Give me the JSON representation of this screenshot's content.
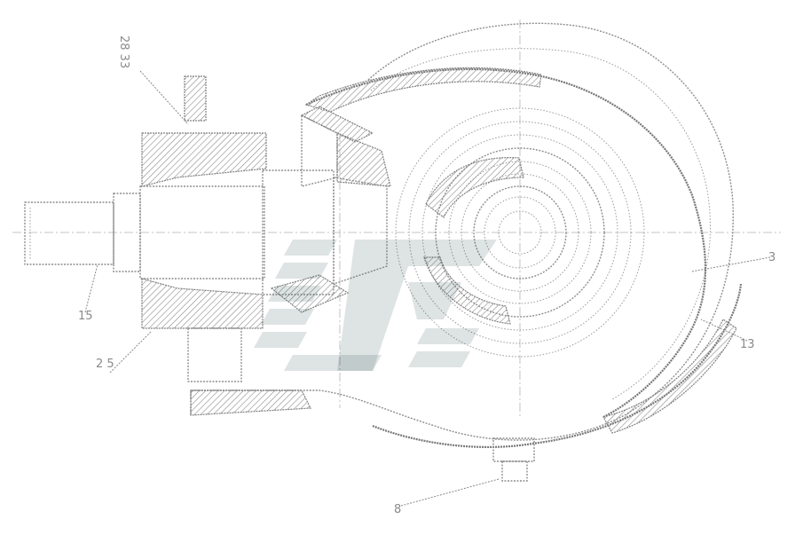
{
  "drawing": {
    "type": "technical-cross-section",
    "subject": "gear-assembly",
    "line_color": "#8e8e8e",
    "background": "#ffffff"
  },
  "callouts": [
    {
      "id": "top-left",
      "label": "28\n33"
    },
    {
      "id": "right-upper",
      "label": "3"
    },
    {
      "id": "left-middle",
      "label": "15"
    },
    {
      "id": "left-lower",
      "label": "2\n5"
    },
    {
      "id": "right-lower",
      "label": "13"
    },
    {
      "id": "bottom",
      "label": "8"
    }
  ],
  "watermark": {
    "color": "#2f4f4f",
    "opacity": 0.16
  }
}
